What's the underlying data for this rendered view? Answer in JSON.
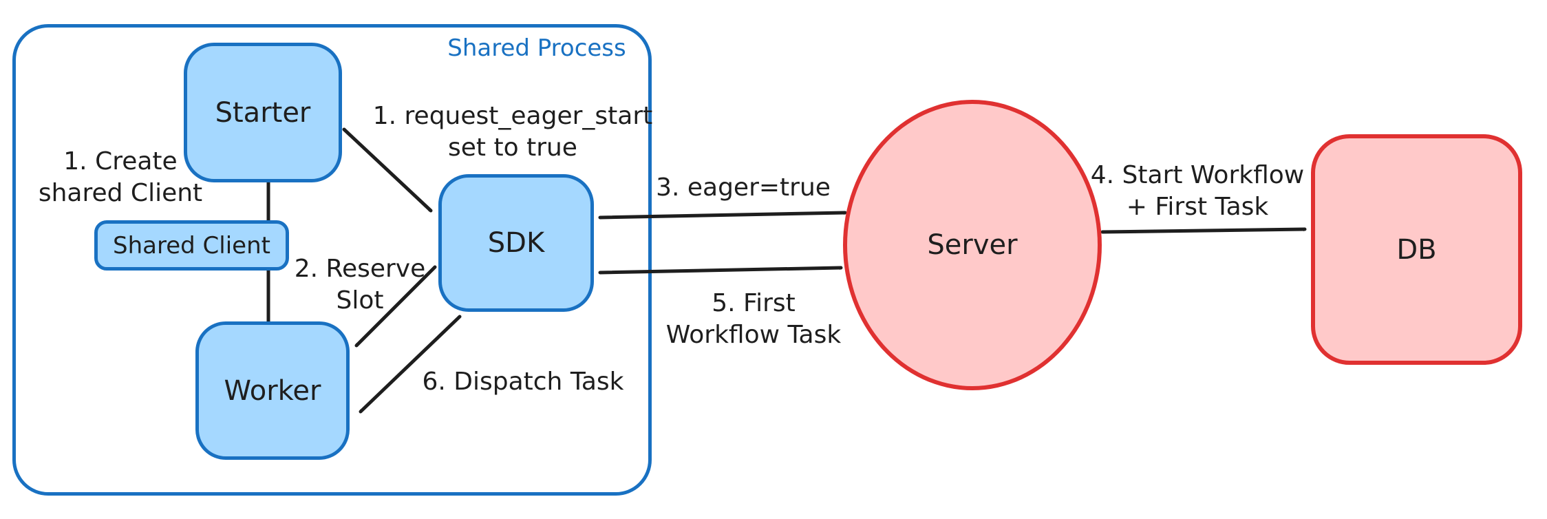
{
  "diagram": {
    "shared_process": {
      "label": "Shared Process"
    },
    "nodes": {
      "starter": {
        "label": "Starter"
      },
      "shared_client": {
        "label": "Shared Client"
      },
      "worker": {
        "label": "Worker"
      },
      "sdk": {
        "label": "SDK"
      },
      "server": {
        "label": "Server"
      },
      "db": {
        "label": "DB"
      }
    },
    "annotations": {
      "create_shared_client": {
        "line1": "1. Create",
        "line2": "shared Client"
      },
      "request_eager_start": {
        "line1": "1. request_eager_start",
        "line2": "set to true"
      },
      "reserve_slot": {
        "line1": "2. Reserve",
        "line2": "Slot"
      },
      "eager_true": {
        "line1": "3. eager=true"
      },
      "start_workflow_first_task": {
        "line1": "4. Start Workflow",
        "line2": "+ First Task"
      },
      "first_workflow_task": {
        "line1": "5. First",
        "line2": "Workflow Task"
      },
      "dispatch_task": {
        "line1": "6. Dispatch Task"
      }
    },
    "colors": {
      "blue_stroke": "#1971c2",
      "blue_fill": "#a5d8ff",
      "red_stroke": "#e03131",
      "red_fill": "#ffc9c9",
      "arrow": "#1e1e1e",
      "text": "#1e1e1e"
    }
  }
}
